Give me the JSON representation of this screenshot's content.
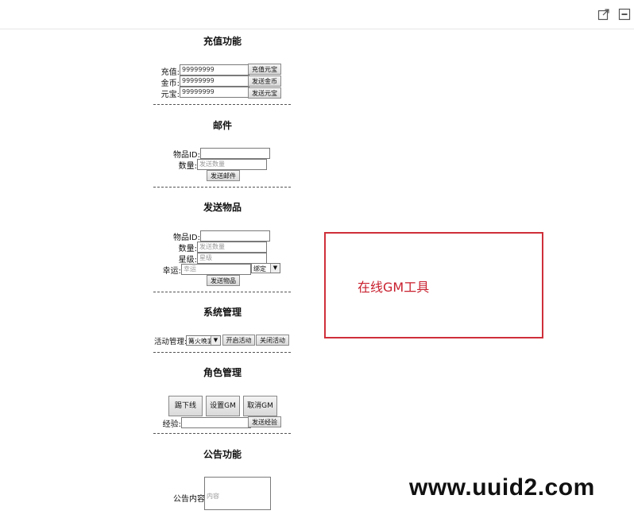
{
  "sections": {
    "recharge": {
      "title": "充值功能",
      "rows": [
        {
          "label": "充值:",
          "value": "99999999",
          "button": "充值元宝"
        },
        {
          "label": "金币:",
          "value": "99999999",
          "button": "发送金币"
        },
        {
          "label": "元宝:",
          "value": "99999999",
          "button": "发送元宝"
        }
      ]
    },
    "mail": {
      "title": "邮件",
      "item_id_label": "物品ID:",
      "item_id_value": "",
      "qty_label": "数量:",
      "qty_placeholder": "发送数量",
      "send_button": "发送邮件"
    },
    "send_item": {
      "title": "发送物品",
      "item_id_label": "物品ID:",
      "item_id_value": "",
      "qty_label": "数量:",
      "qty_placeholder": "发送数量",
      "star_label": "星级:",
      "star_placeholder": "星级",
      "luck_label": "幸运:",
      "luck_placeholder": "幸运",
      "bind_option": "绑定",
      "send_button": "发送物品"
    },
    "system": {
      "title": "系统管理",
      "activity_label": "活动管理:",
      "activity_option": "篝火晚宴",
      "open_button": "开启活动",
      "close_button": "关闭活动"
    },
    "role": {
      "title": "角色管理",
      "kick_button": "踢下线",
      "set_gm_button": "设置GM",
      "cancel_gm_button": "取消GM",
      "exp_label": "经验:",
      "exp_value": "",
      "send_exp_button": "发送经验"
    },
    "notice": {
      "title": "公告功能",
      "content_label": "公告内容",
      "content_placeholder": "内容"
    }
  },
  "callout": {
    "text": "在线GM工具",
    "border_color": "#cf2f3a",
    "text_color": "#c8202e"
  },
  "watermark": {
    "text": "www.uuid2.com"
  },
  "icons": {
    "open": "external-link-icon",
    "minimize": "minimize-icon"
  }
}
